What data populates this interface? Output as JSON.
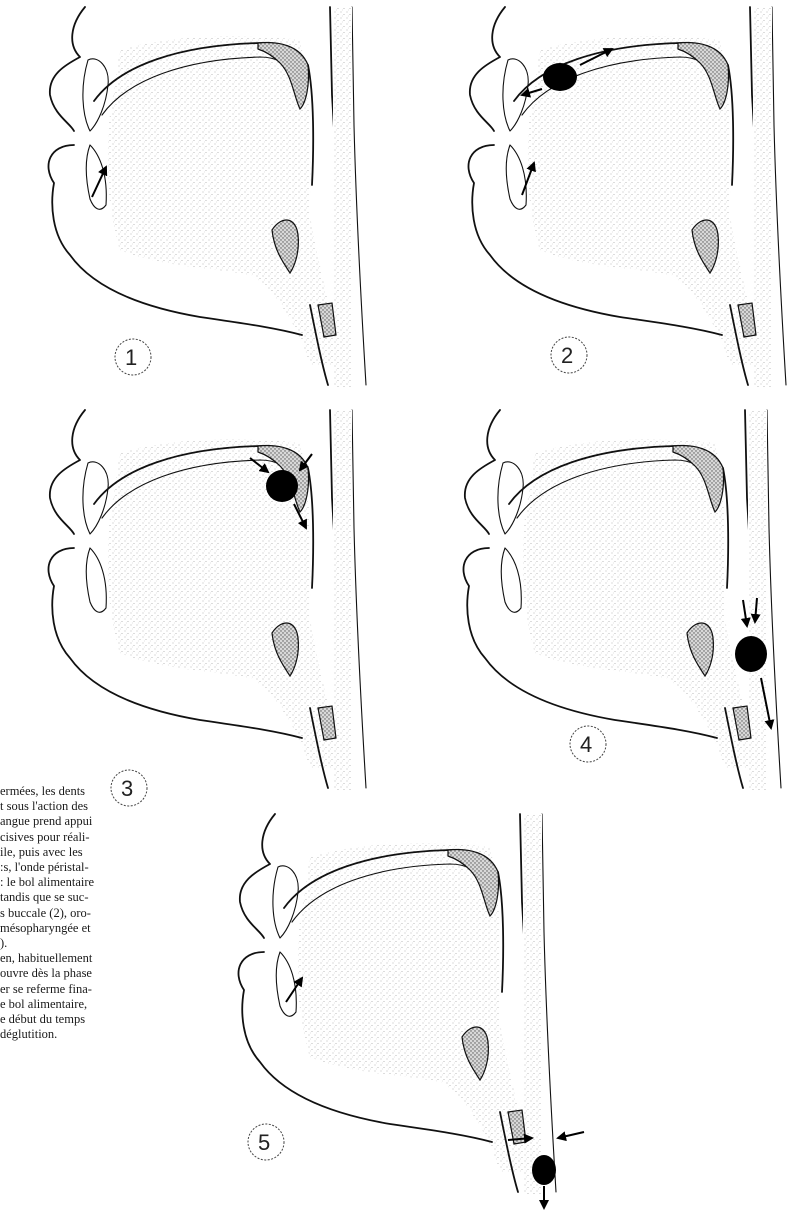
{
  "panels": [
    {
      "number": "1"
    },
    {
      "number": "2"
    },
    {
      "number": "3"
    },
    {
      "number": "4"
    },
    {
      "number": "5"
    }
  ],
  "caption": {
    "lines_paragraph_1": [
      "ermées, les dents",
      "t sous l'action des",
      "angue prend appui",
      "cisives pour réali-",
      "ile, puis avec les",
      ":s, l'onde péristal-",
      ": le bol alimentaire",
      "tandis que se suc-",
      "s buccale (2), oro-",
      "mésopharyngée et",
      ")."
    ],
    "lines_paragraph_2": [
      "en, habituellement",
      "ouvre dès la phase",
      "er se referme fina-",
      "e bol alimentaire,",
      "e début du temps",
      "déglutition."
    ]
  }
}
